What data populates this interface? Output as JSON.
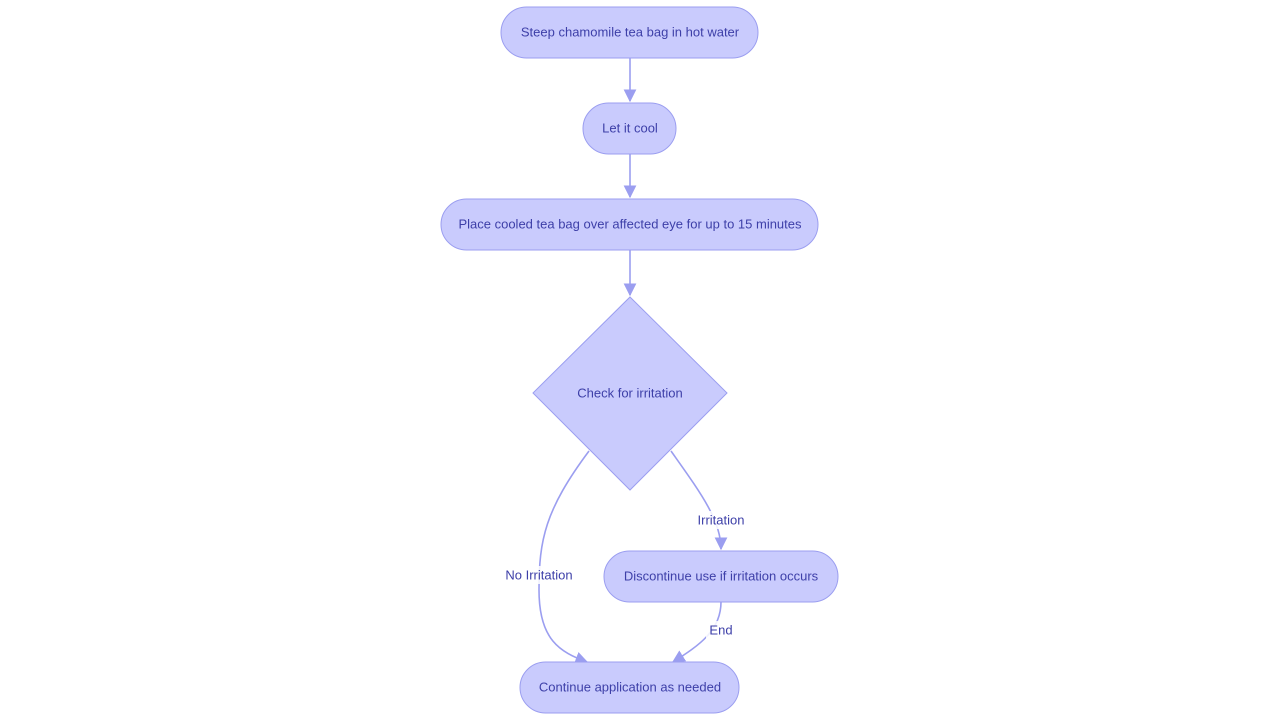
{
  "diagram": {
    "nodes": {
      "steep": {
        "label": "Steep chamomile tea bag in hot water"
      },
      "cool": {
        "label": "Let it cool"
      },
      "place": {
        "label": "Place cooled tea bag over affected eye for up to 15 minutes"
      },
      "check": {
        "label": "Check for irritation"
      },
      "discontinue": {
        "label": "Discontinue use if irritation occurs"
      },
      "continue": {
        "label": "Continue application as needed"
      }
    },
    "edges": {
      "irritation": {
        "label": "Irritation"
      },
      "no_irritation": {
        "label": "No Irritation"
      },
      "end": {
        "label": "End"
      }
    }
  },
  "colors": {
    "node_fill": "#c9cbfd",
    "node_stroke": "#9b9ef0",
    "text": "#3d3fa8",
    "edge": "#9b9ef0"
  }
}
